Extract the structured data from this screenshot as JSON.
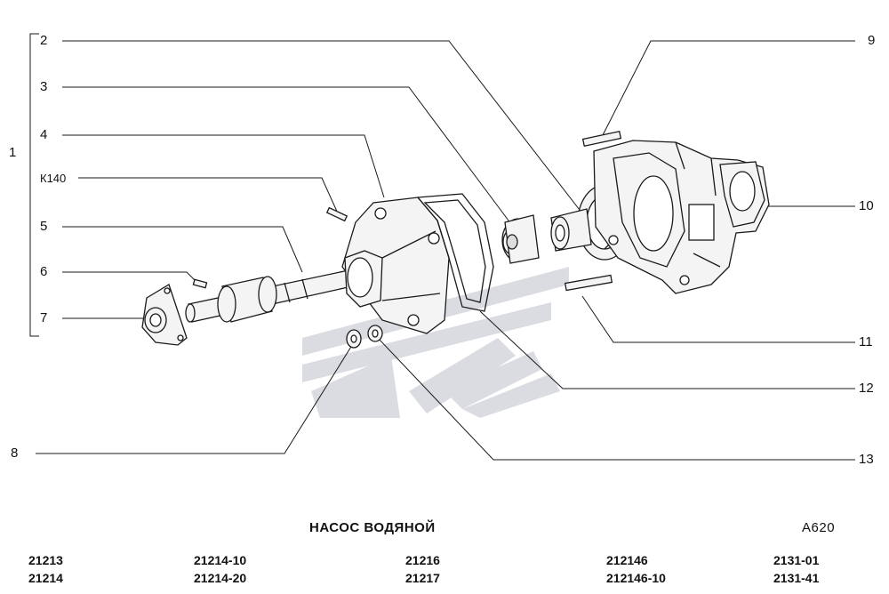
{
  "callouts": {
    "c1": "1",
    "c2": "2",
    "c3": "3",
    "c4": "4",
    "k140": "К140",
    "c5": "5",
    "c6": "6",
    "c7": "7",
    "c8": "8",
    "c9": "9",
    "c10": "10",
    "c11": "11",
    "c12": "12",
    "c13": "13"
  },
  "title": "НАСОС ВОДЯНОЙ",
  "catalog_code": "А620",
  "models": [
    [
      "21213",
      "21214"
    ],
    [
      "21214-10",
      "21214-20"
    ],
    [
      "21216",
      "21217"
    ],
    [
      "212146",
      "212146-10"
    ],
    [
      "2131-01",
      "2131-41"
    ]
  ],
  "colors": {
    "line": "#1a1a1a",
    "watermark": "#d4d7dc",
    "part_fill": "#f4f4f4"
  }
}
